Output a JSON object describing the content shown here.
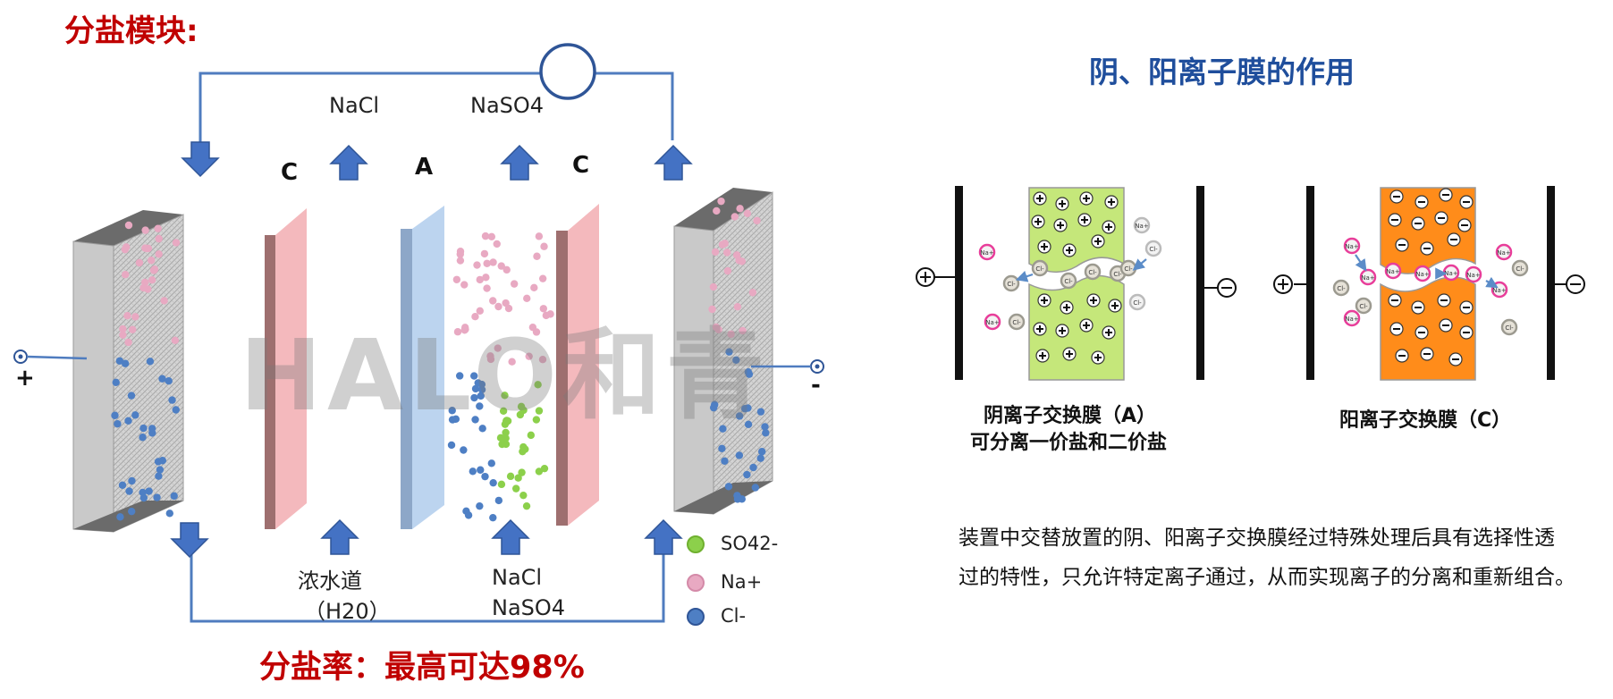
{
  "left_title": "分盐模块:",
  "right_title": "阴、阳离子膜的作用",
  "top_products": {
    "nacl": "NaCl",
    "naso4": "NaSO4"
  },
  "membrane_labels": {
    "c_left": "C",
    "a_mid": "A",
    "c_right": "C"
  },
  "electrodes": {
    "positive": "+",
    "negative": "-"
  },
  "inlets": {
    "concentrate": "浓水道",
    "concentrate_sub": "（H20）",
    "feed_line1": "NaCl",
    "feed_line2": "NaSO4"
  },
  "legend": [
    {
      "label": "SO42-",
      "color": "#8cd04b"
    },
    {
      "label": "Na+",
      "color": "#e8a9c2"
    },
    {
      "label": "Cl-",
      "color": "#4e7fc4"
    }
  ],
  "rate_text": "分盐率：最高可达98%",
  "watermark": "HALO和青",
  "membrane_A_caption_line1": "阴离子交换膜（A）",
  "membrane_A_caption_line2": "可分离一价盐和二价盐",
  "membrane_C_caption": "阳离子交换膜（C）",
  "description_line1": "装置中交替放置的阴、阳离子交换膜经过特殊处理后具有选择性透",
  "description_line2": "过的特性，只允许特定离子通过，从而实现离子的分离和重新组合。",
  "ion_tags": {
    "na": "Na+",
    "cl": "Cl-"
  },
  "colors": {
    "title_red": "#c00000",
    "title_blue": "#1f4e9c",
    "arrow_blue": "#4472c4",
    "anion_membrane": "#c5e77a",
    "cation_membrane": "#ff8c1a",
    "cation_plate": "#f4b9bd",
    "anion_plate": "#bcd4ef"
  }
}
